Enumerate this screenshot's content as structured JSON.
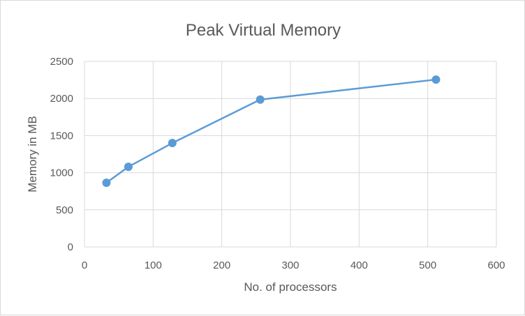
{
  "chart_data": {
    "type": "scatter",
    "title": "Peak Virtual Memory",
    "xlabel": "No. of processors",
    "ylabel": "Memory in MB",
    "xlim": [
      0,
      600
    ],
    "ylim": [
      0,
      2500
    ],
    "xticks": [
      0,
      100,
      200,
      300,
      400,
      500,
      600
    ],
    "yticks": [
      0,
      500,
      1000,
      1500,
      2000,
      2500
    ],
    "grid": true,
    "legend": "none",
    "line_color": "#5b9bd5",
    "series": [
      {
        "x": [
          32,
          64,
          128,
          256,
          512
        ],
        "y": [
          865,
          1080,
          1400,
          1985,
          2255
        ]
      }
    ]
  }
}
